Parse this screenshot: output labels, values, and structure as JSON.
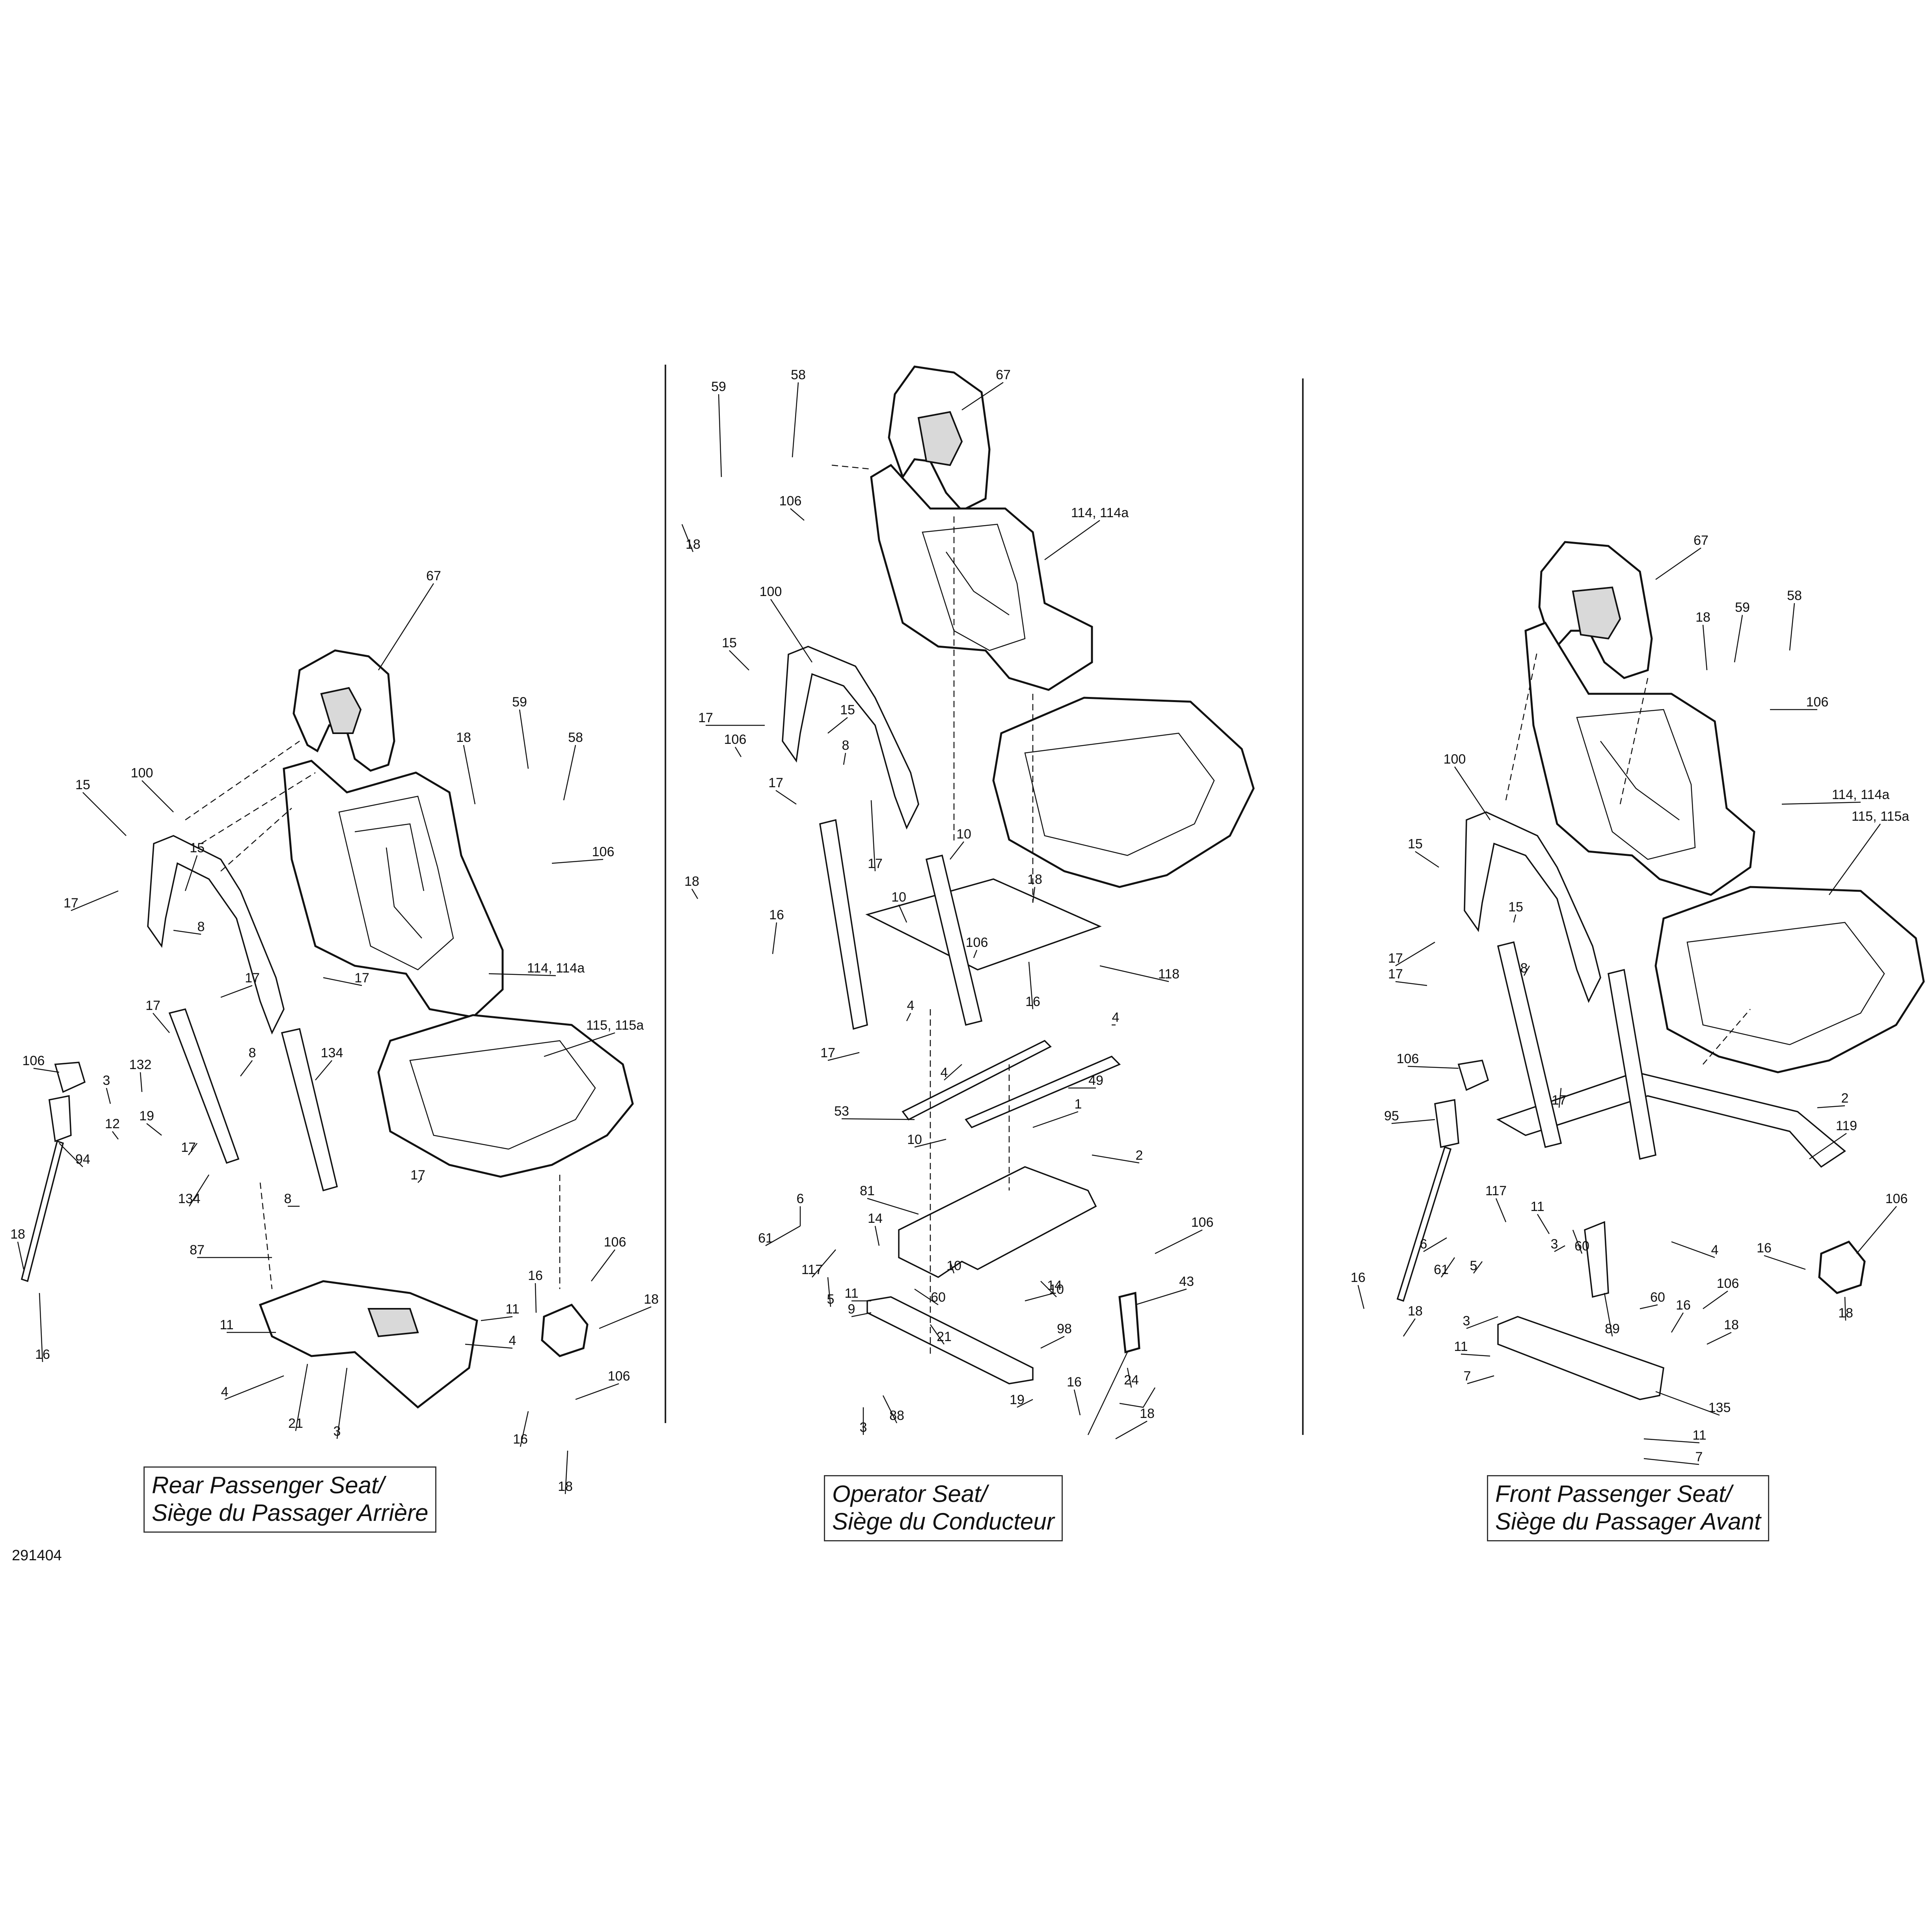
{
  "diagram_number": "291404",
  "sections": [
    {
      "line1": "Rear Passenger Seat/",
      "line2": "Siège du Passager Arrière"
    },
    {
      "line1": "Operator Seat/",
      "line2": "Siège du Conducteur"
    },
    {
      "line1": "Front Passenger Seat/",
      "line2": "Siège du Passager Avant"
    }
  ],
  "callouts": {
    "rear": [
      "67",
      "100",
      "15",
      "15",
      "17",
      "8",
      "59",
      "18",
      "58",
      "106",
      "114, 114a",
      "17",
      "17",
      "17",
      "8",
      "134",
      "132",
      "3",
      "12",
      "19",
      "17",
      "134",
      "8",
      "17",
      "115, 115a",
      "106",
      "94",
      "18",
      "16",
      "87",
      "11",
      "4",
      "21",
      "3",
      "11",
      "4",
      "16",
      "106",
      "18",
      "16",
      "106",
      "18"
    ],
    "operator": [
      "59",
      "58",
      "18",
      "106",
      "67",
      "114, 114a",
      "100",
      "15",
      "17",
      "15",
      "106",
      "8",
      "17",
      "18",
      "16",
      "17",
      "10",
      "10",
      "18",
      "106",
      "16",
      "118",
      "4",
      "4",
      "17",
      "4",
      "49",
      "53",
      "10",
      "1",
      "2",
      "81",
      "6",
      "14",
      "61",
      "117",
      "5",
      "60",
      "10",
      "10",
      "106",
      "11",
      "9",
      "21",
      "14",
      "98",
      "3",
      "88",
      "19",
      "43",
      "24",
      "16",
      "18"
    ],
    "front": [
      "67",
      "18",
      "59",
      "58",
      "106",
      "114, 114a",
      "100",
      "15",
      "15",
      "17",
      "8",
      "17",
      "115, 115a",
      "106",
      "17",
      "2",
      "95",
      "117",
      "60",
      "11",
      "3",
      "6",
      "61",
      "5",
      "89",
      "4",
      "60",
      "16",
      "18",
      "3",
      "11",
      "7",
      "106",
      "16",
      "18",
      "135",
      "11",
      "7",
      "119",
      "106",
      "16",
      "18"
    ]
  }
}
